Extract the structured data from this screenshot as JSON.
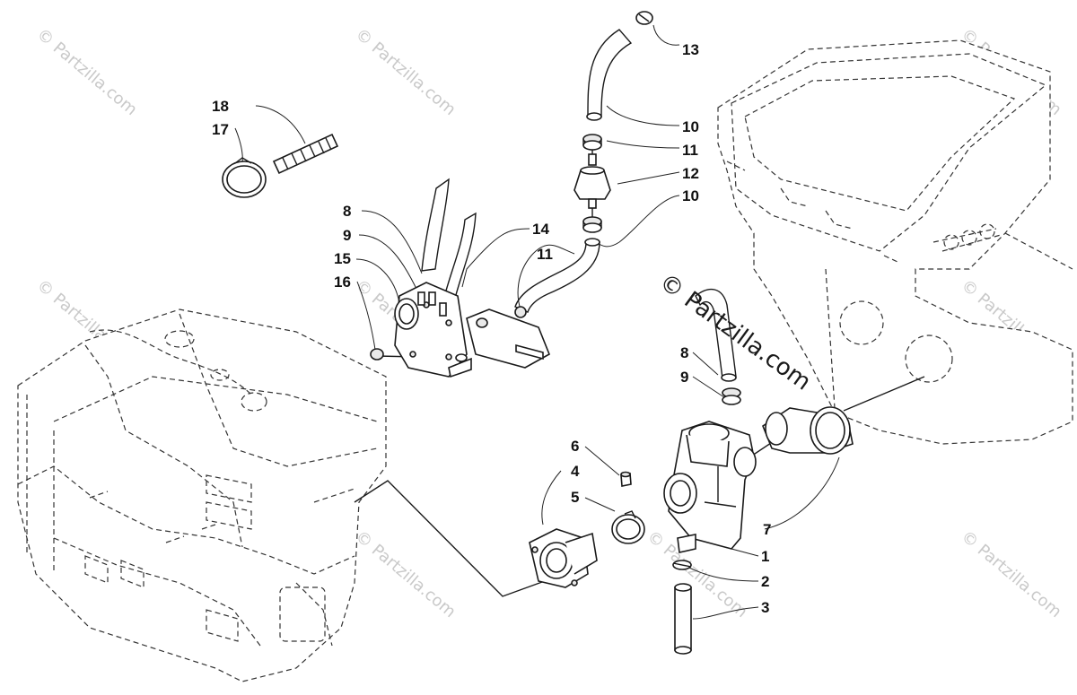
{
  "diagram": {
    "callouts": [
      "1",
      "2",
      "3",
      "4",
      "5",
      "6",
      "7",
      "8",
      "9",
      "10",
      "11",
      "12",
      "13",
      "14",
      "15",
      "16",
      "17",
      "18"
    ],
    "callout_labels": {
      "c1": "1",
      "c2": "2",
      "c3": "3",
      "c4": "4",
      "c5": "5",
      "c6": "6",
      "c7": "7",
      "c8a": "8",
      "c8b": "8",
      "c9a": "9",
      "c9b": "9",
      "c10a": "10",
      "c10b": "10",
      "c11a": "11",
      "c11b": "11",
      "c12": "12",
      "c13": "13",
      "c14": "14",
      "c15": "15",
      "c16": "16",
      "c17": "17",
      "c18": "18"
    }
  },
  "watermark": {
    "text": "© Partzilla.com",
    "center_text": "© Partzilla.com"
  }
}
